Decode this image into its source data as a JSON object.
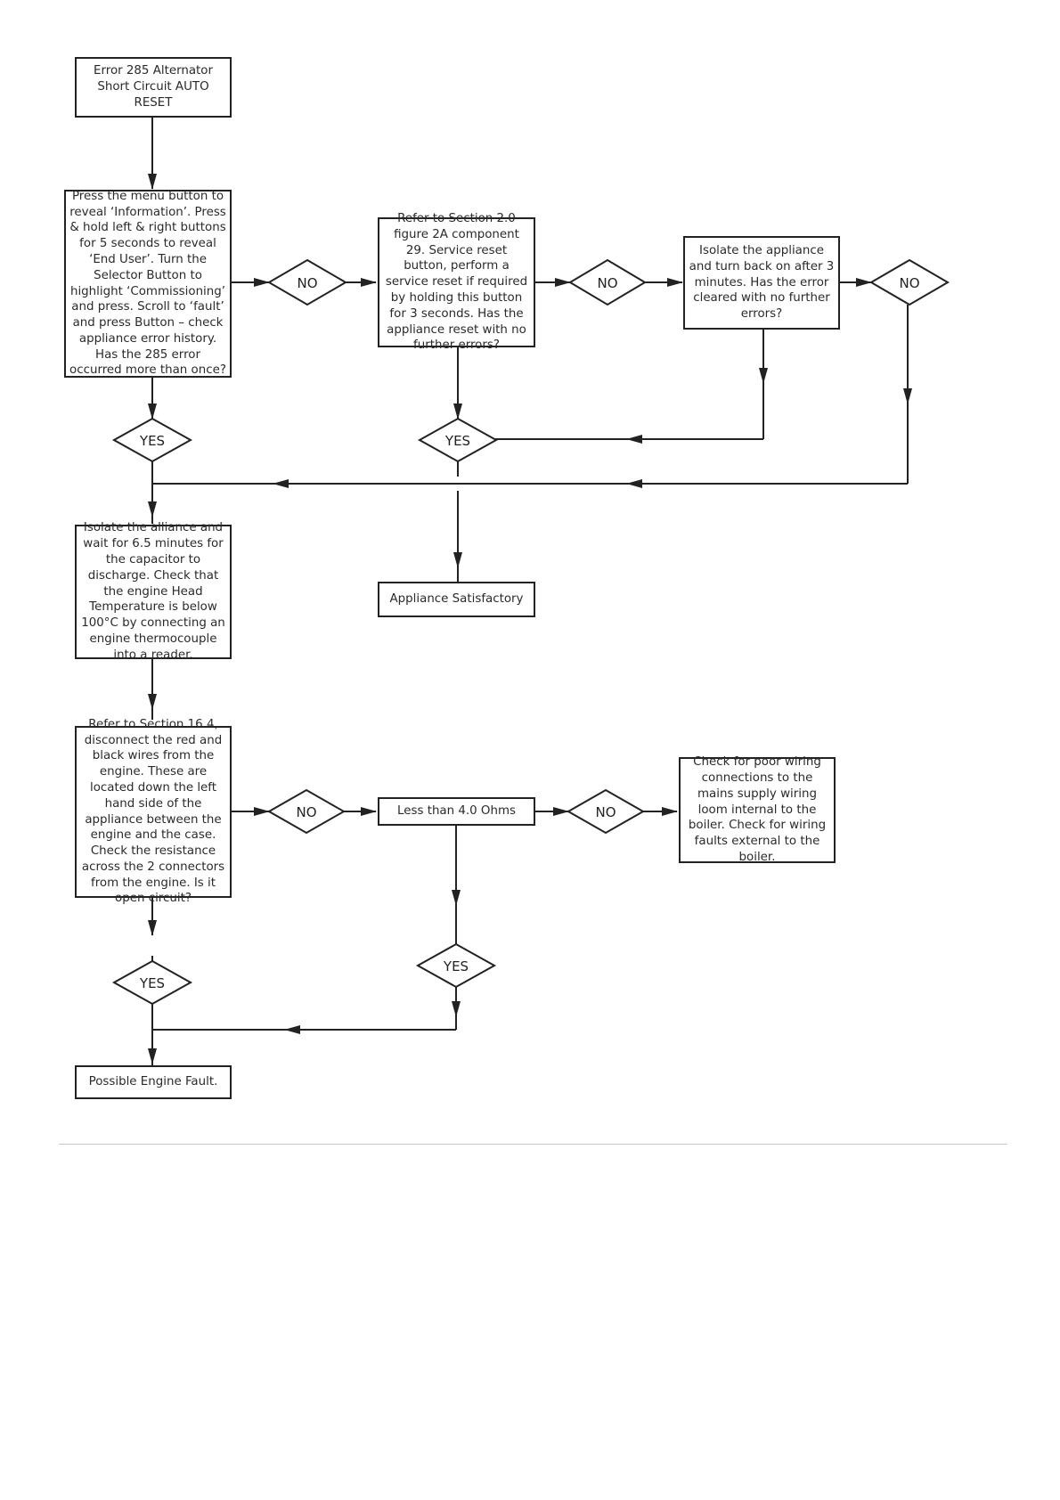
{
  "boxes": {
    "error_285": "Error 285 Alternator Short Circuit AUTO RESET",
    "menu_check": "Press the menu button to reveal ‘Information’. Press & hold left & right buttons for 5 seconds to reveal ‘End User’. Turn the Selector Button to highlight ‘Commissioning’ and press. Scroll to ‘fault’ and press Button – check appliance error history. Has the 285 error occurred more than once?",
    "service_reset": "Refer to Section 2.0 figure 2A component 29. Service reset button, perform a service reset if required by holding this button for 3 seconds. Has the appliance reset with no further errors?",
    "isolate_restart": "Isolate the appliance and turn back on after 3 minutes. Has the error cleared with no further errors?",
    "appliance_satisfactory": "Appliance Satisfactory",
    "isolate_discharge": "Isolate the alliance and wait for 6.5 minutes for the capacitor to discharge. Check that the engine Head Temperature is below 100°C by connecting an engine thermocouple into a reader.",
    "section_16_4": "Refer to Section 16.4, disconnect the red and black wires from the engine. These are located down the left hand side of the appliance between the engine and the case. Check the resistance across the 2 connectors from the engine. Is it open circuit?",
    "less_than_4_ohms": "Less than 4.0 Ohms",
    "check_wiring": "Check for poor wiring connections to the mains supply wiring loom internal to the boiler. Check for wiring faults external to the boiler.",
    "engine_fault": "Possible Engine Fault."
  },
  "decisions": {
    "no_1": "NO",
    "no_2": "NO",
    "no_3": "NO",
    "yes_1": "YES",
    "yes_2": "YES",
    "no_4": "NO",
    "no_5": "NO",
    "yes_3": "YES",
    "yes_4": "YES"
  }
}
